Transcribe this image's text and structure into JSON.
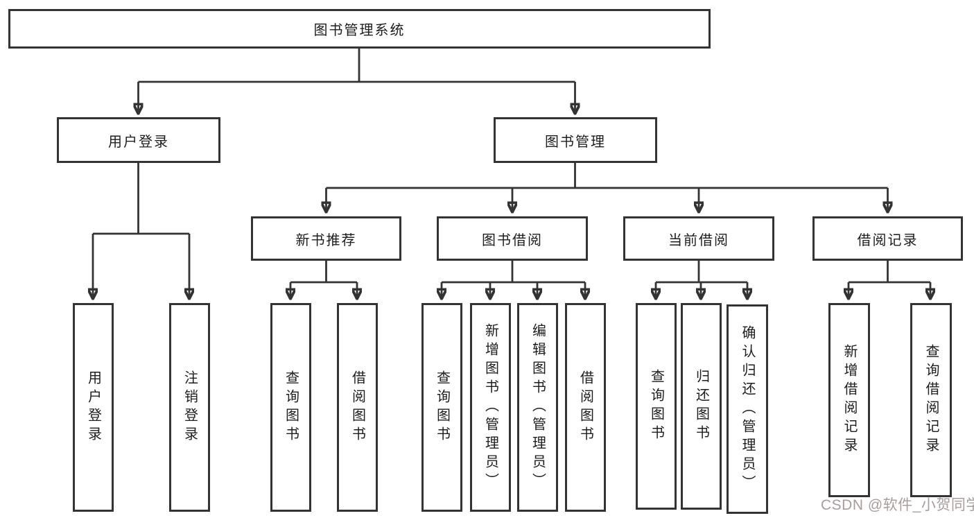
{
  "colors": {
    "line": "#333333",
    "box_border": "#333333",
    "text": "#1d1d1d",
    "background": "#ffffff",
    "watermark": "#a89c9c"
  },
  "watermark": {
    "text": "CSDN @软件_小贺同学",
    "color": "#a89c9c"
  },
  "diagram": {
    "root": {
      "label": "图书管理系统"
    },
    "branches": [
      {
        "label": "用户登录",
        "children": [
          {
            "label": "用户登录"
          },
          {
            "label": "注销登录"
          }
        ]
      },
      {
        "label": "图书管理",
        "children": [
          {
            "label": "新书推荐",
            "children": [
              {
                "label": "查询图书"
              },
              {
                "label": "借阅图书"
              }
            ]
          },
          {
            "label": "图书借阅",
            "children": [
              {
                "label": "查询图书"
              },
              {
                "label": "新增图书（管理员）"
              },
              {
                "label": "编辑图书（管理员）"
              },
              {
                "label": "借阅图书"
              }
            ]
          },
          {
            "label": "当前借阅",
            "children": [
              {
                "label": "查询图书"
              },
              {
                "label": "归还图书"
              },
              {
                "label": "确认归还（管理员）"
              }
            ]
          },
          {
            "label": "借阅记录",
            "children": [
              {
                "label": "新增借阅记录"
              },
              {
                "label": "查询借阅记录"
              }
            ]
          }
        ]
      }
    ]
  }
}
